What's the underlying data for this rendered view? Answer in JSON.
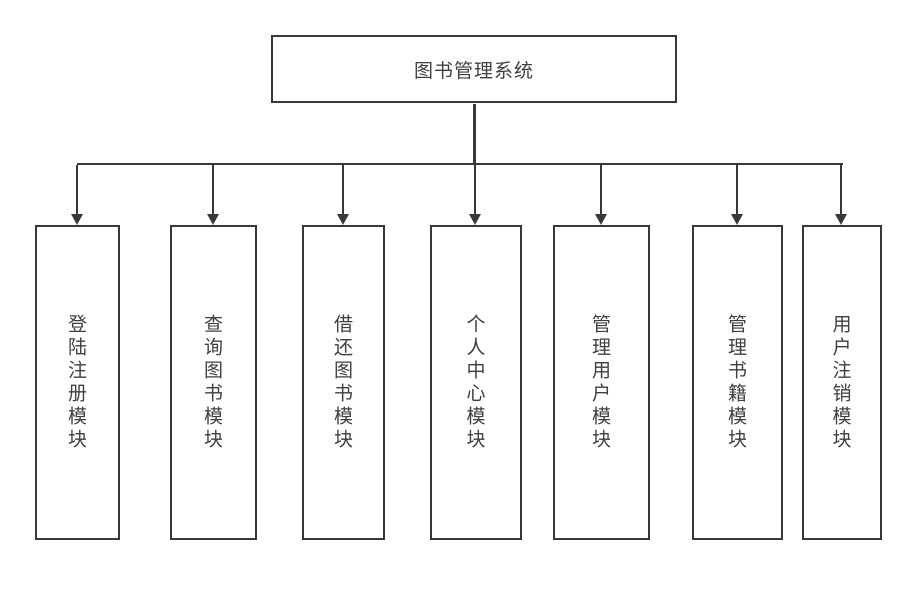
{
  "diagram": {
    "title_node": {
      "label": "图书管理系统"
    },
    "modules": [
      {
        "label": "登陆注册模块"
      },
      {
        "label": "查询图书模块"
      },
      {
        "label": "借还图书模块"
      },
      {
        "label": "个人中心模块"
      },
      {
        "label": "管理用户模块"
      },
      {
        "label": "管理书籍模块"
      },
      {
        "label": "用户注销模块"
      }
    ],
    "colors": {
      "border": "#383838",
      "line": "#383838",
      "text": "#404040",
      "background": "#ffffff"
    }
  }
}
